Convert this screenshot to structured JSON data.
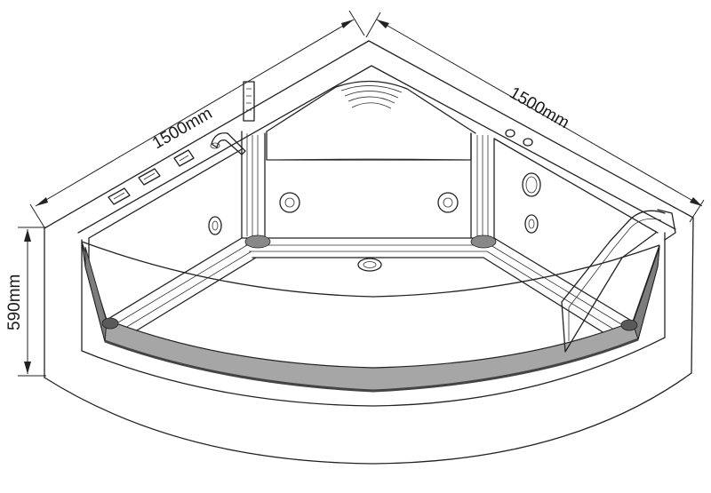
{
  "dimensions": {
    "left_width": "1500mm",
    "right_width": "1500mm",
    "height": "590mm"
  },
  "colors": {
    "line": "#222222",
    "glass": "#a6a6a6",
    "glass_dark": "#5a5a5a",
    "background": "#ffffff"
  }
}
